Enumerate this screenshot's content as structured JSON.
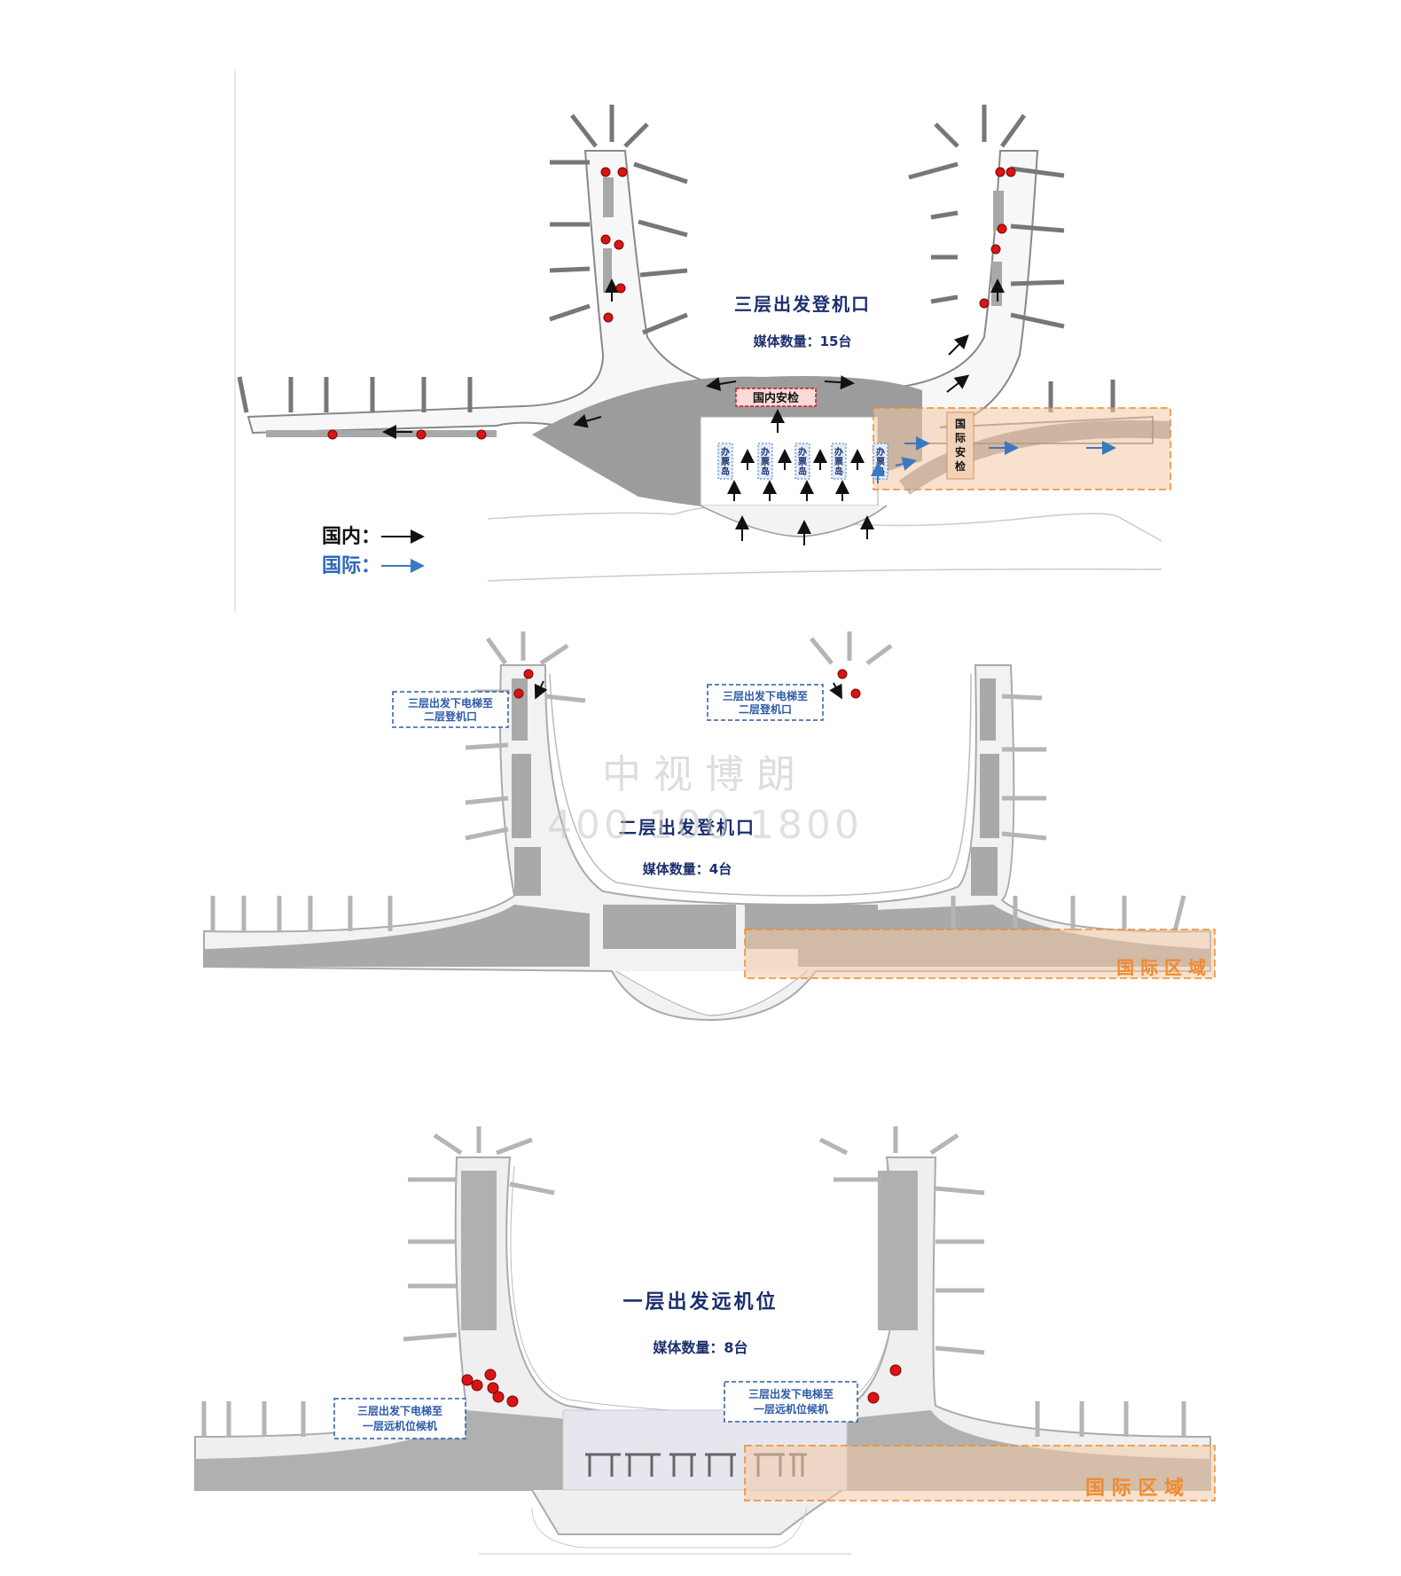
{
  "floor3": {
    "title": "三层出发登机口",
    "media_count": "媒体数量：15台",
    "domestic_security": "国内安检",
    "intl_security": [
      "国",
      "际",
      "安",
      "检"
    ],
    "ticket_island": [
      "办",
      "票",
      "岛"
    ],
    "legend": {
      "domestic": "国内：",
      "international": "国际："
    }
  },
  "floor2": {
    "title": "二层出发登机口",
    "media_count": "媒体数量：4台",
    "callout_left": [
      "三层出发下电梯至",
      "二层登机口"
    ],
    "callout_right": [
      "三层出发下电梯至",
      "二层登机口"
    ],
    "intl_zone": "国 际 区 域"
  },
  "floor1": {
    "title": "一层出发远机位",
    "media_count": "媒体数量：8台",
    "callout_left": [
      "三层出发下电梯至",
      "一层远机位候机"
    ],
    "callout_right": [
      "三层出发下电梯至",
      "一层远机位候机"
    ],
    "intl_zone": "国 际 区 域"
  },
  "watermark": {
    "name": "中视博朗",
    "phone": "400 100 1800"
  },
  "colors": {
    "media_dot": "#d81515",
    "navy_text": "#1b2f6e",
    "intl_blue": "#2f74c4",
    "intl_zone_orange": "#f08a2c",
    "terminal_gray": "#9a9a9a"
  }
}
